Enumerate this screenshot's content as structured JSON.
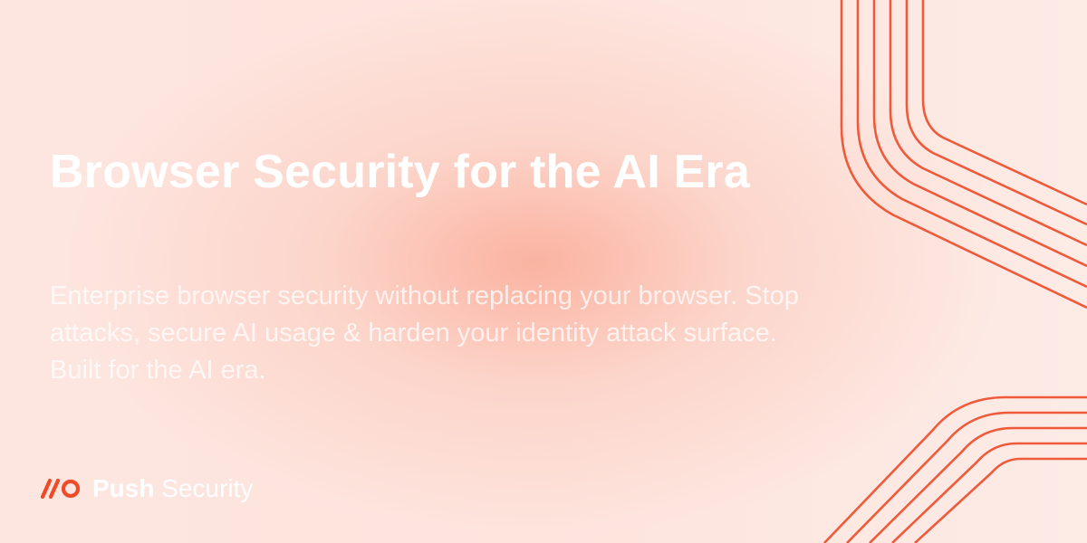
{
  "hero": {
    "headline": "Browser Security for the AI Era",
    "subtext": "Enterprise browser security without replacing your browser. Stop attacks, secure AI usage & harden your identity attack surface. Built for the AI era."
  },
  "brand": {
    "name_primary": "Push",
    "name_secondary": "Security",
    "logo_icon": "push-security-logo-icon"
  },
  "colors": {
    "accent": "#ef5a3a",
    "background": "#fde6e0",
    "glow": "#f9a996",
    "text": "#ffffff"
  }
}
